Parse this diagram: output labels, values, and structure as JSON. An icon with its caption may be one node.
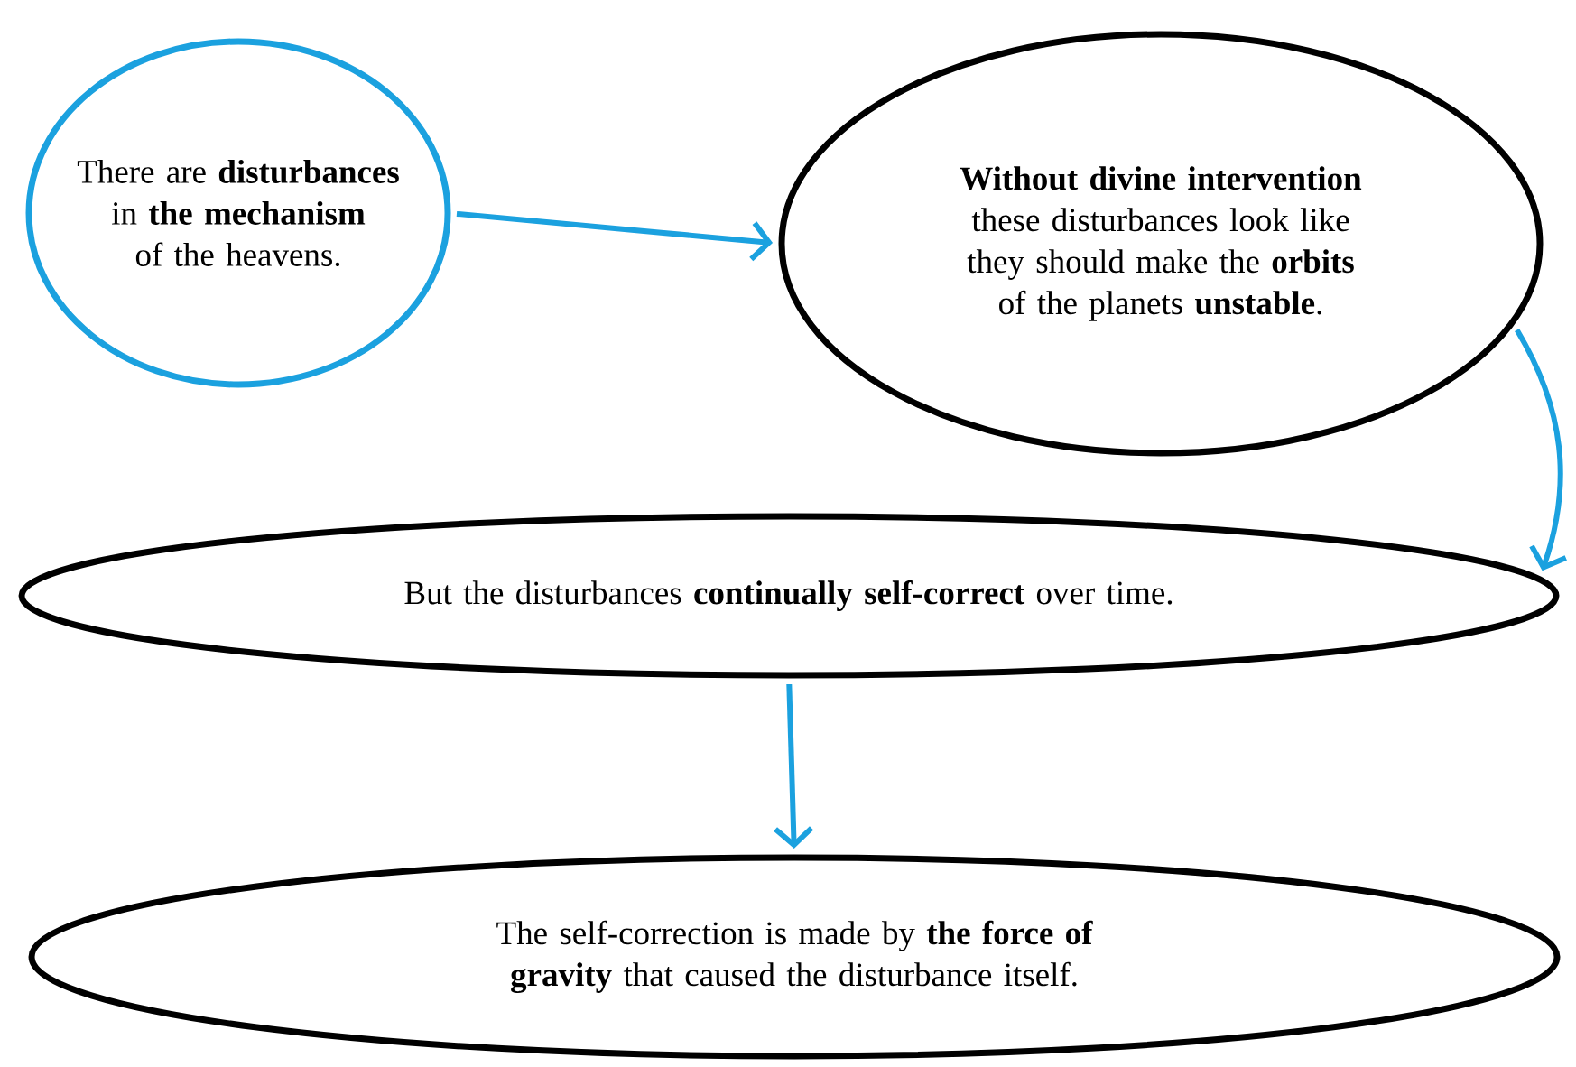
{
  "diagram": {
    "nodes": [
      {
        "text": [
          "There are **disturbances** in **the mechanism** of the heavens."
        ]
      },
      {
        "text": [
          "**Without divine intervention** these disturbances look like they should make the **orbits** of the planets **unstable**."
        ]
      },
      {
        "text": [
          "But the disturbances **continually self-correct** over time."
        ]
      },
      {
        "text": [
          "The self-correction is made by **the force of gravity** that caused the disturbance itself."
        ]
      }
    ],
    "edges": [
      {
        "from": 0,
        "to": 1,
        "arrow": "to"
      },
      {
        "from": 1,
        "to": 2,
        "arrow": "to"
      },
      {
        "from": 2,
        "to": 3,
        "arrow": "to"
      }
    ]
  }
}
